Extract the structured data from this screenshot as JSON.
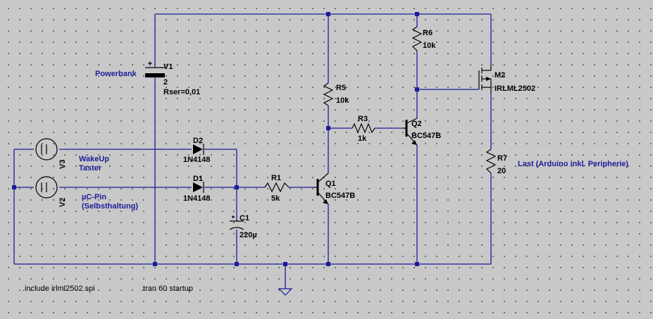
{
  "nets": {
    "powerbank": "Powerbank",
    "wakeup_1": "WakeUp",
    "wakeup_2": "Taster",
    "uc_pin_1": "µC-Pin",
    "uc_pin_2": "(Selbsthaltung)",
    "load": "Last (Arduino inkl. Peripherie)"
  },
  "components": {
    "V1": {
      "name": "V1",
      "value": "2",
      "extra": "Rser=0,01"
    },
    "V2": {
      "name": "V2"
    },
    "V3": {
      "name": "V3"
    },
    "D1": {
      "name": "D1",
      "value": "1N4148"
    },
    "D2": {
      "name": "D2",
      "value": "1N4148"
    },
    "R1": {
      "name": "R1",
      "value": "5k"
    },
    "R3": {
      "name": "R3",
      "value": "1k"
    },
    "R5": {
      "name": "R5",
      "value": "10k"
    },
    "R6": {
      "name": "R6",
      "value": "10k"
    },
    "R7": {
      "name": "R7",
      "value": "20"
    },
    "C1": {
      "name": "C1",
      "value": "220µ"
    },
    "Q1": {
      "name": "Q1",
      "value": "BC547B"
    },
    "Q2": {
      "name": "Q2",
      "value": "BC547B"
    },
    "M2": {
      "name": "M2",
      "value": "IRLML2502"
    }
  },
  "directives": {
    "include": ".include irlml2502.spi",
    "tran": ".tran 60 startup"
  },
  "colors": {
    "wire": "#1c1c9a",
    "component": "#000000",
    "background": "#c8c8c8"
  }
}
